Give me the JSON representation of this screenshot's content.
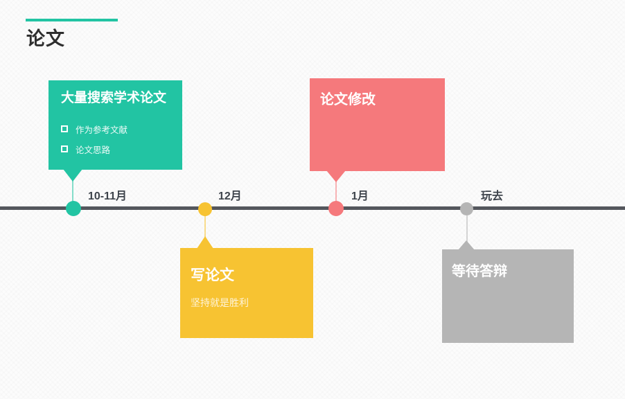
{
  "slide": {
    "title": "论文",
    "accent_color": "#22c4a3",
    "background_color": "#fcfcfc"
  },
  "timeline": {
    "axis_color": "#54575d",
    "milestones": [
      {
        "label": "10-11月",
        "color": "#22c4a3",
        "side": "above",
        "card": {
          "title": "大量搜索学术论文",
          "bullets": [
            "作为参考文献",
            "论文思路"
          ]
        }
      },
      {
        "label": "12月",
        "color": "#f7c332",
        "side": "below",
        "card": {
          "title": "写论文",
          "subtitle": "坚持就是胜利"
        }
      },
      {
        "label": "1月",
        "color": "#f5797c",
        "side": "above",
        "card": {
          "title": "论文修改"
        }
      },
      {
        "label": "玩去",
        "color": "#b5b5b5",
        "side": "below",
        "card": {
          "title": "等待答辩"
        }
      }
    ]
  }
}
